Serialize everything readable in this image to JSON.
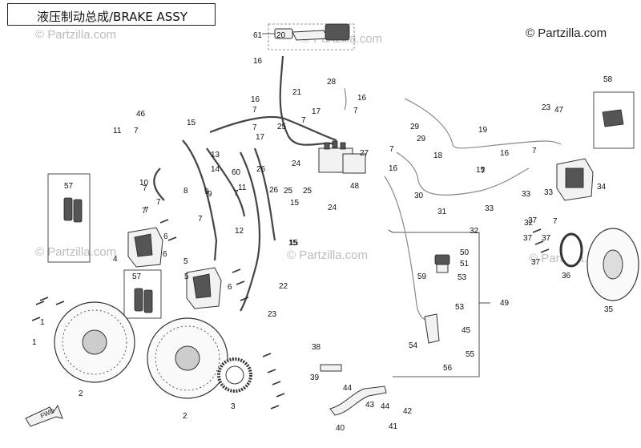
{
  "title": "液压制动总成/BRAKE ASSY",
  "watermark": "© Partzilla.com",
  "callouts": [
    "61",
    "20",
    "16",
    "21",
    "28",
    "16",
    "7",
    "58",
    "16",
    "7",
    "23",
    "47",
    "7",
    "17",
    "7",
    "46",
    "15",
    "25",
    "29",
    "19",
    "11",
    "7",
    "17",
    "13",
    "29",
    "9",
    "14",
    "27",
    "24",
    "26",
    "18",
    "16",
    "7",
    "60",
    "7",
    "26",
    "25",
    "25",
    "48",
    "15",
    "7",
    "16",
    "7",
    "15",
    "33",
    "10",
    "57",
    "8",
    "9",
    "30",
    "31",
    "33",
    "32",
    "33",
    "7",
    "11",
    "7",
    "24",
    "15",
    "7",
    "32",
    "37",
    "7",
    "37",
    "6",
    "12",
    "37",
    "7",
    "4",
    "15",
    "50",
    "36",
    "57",
    "5",
    "6",
    "59",
    "51",
    "53",
    "22",
    "5",
    "35",
    "53",
    "23",
    "6",
    "1",
    "7",
    "49",
    "45",
    "54",
    "38",
    "55",
    "39",
    "56",
    "44",
    "43",
    "44",
    "1",
    "2",
    "2",
    "3",
    "40",
    "41",
    "42",
    "34",
    "37"
  ],
  "fwd_label": "FWD"
}
